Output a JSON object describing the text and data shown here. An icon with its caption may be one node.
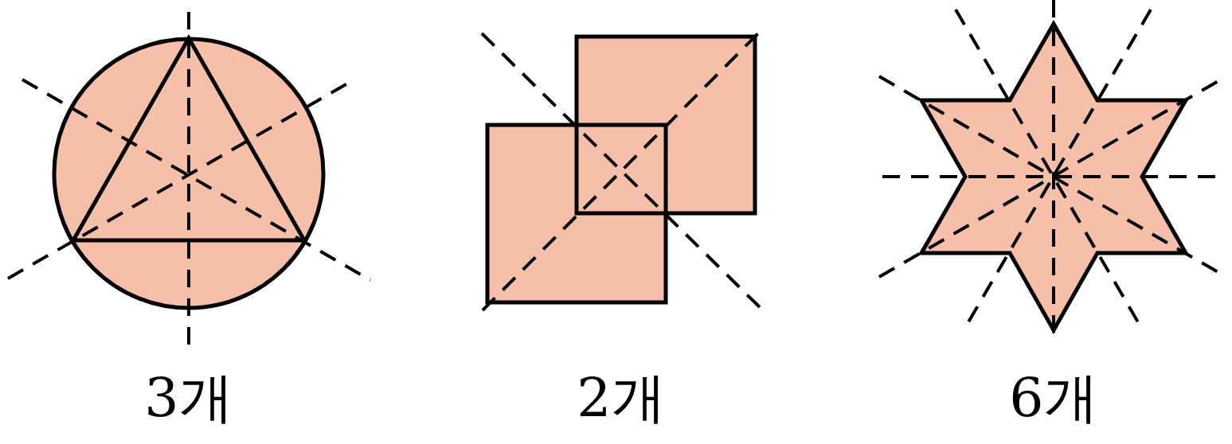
{
  "diagram": {
    "labels": [
      "3개",
      "2개",
      "6개"
    ]
  }
}
